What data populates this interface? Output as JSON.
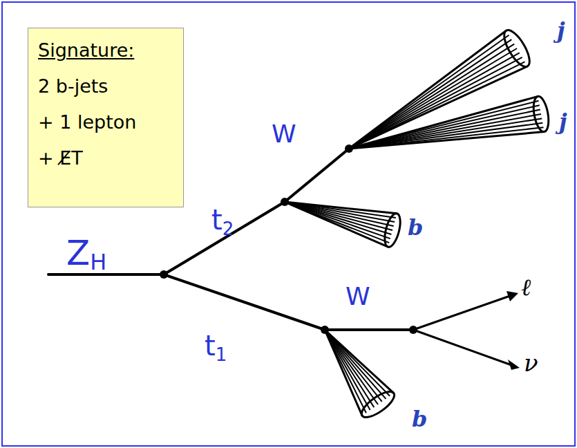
{
  "diagram": {
    "nodes": [
      {
        "text": [
          "Signature:",
          "2 b-jets",
          "+ 1 lepton",
          "+ E̸T"
        ]
      }
    ],
    "labels": [
      "ZH",
      "t2",
      "W",
      "j",
      "j",
      "b",
      "t1",
      "W",
      "b",
      "ℓ",
      "ν"
    ]
  }
}
